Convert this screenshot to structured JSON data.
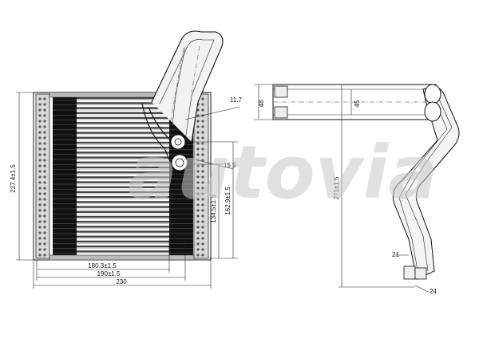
{
  "watermark": "autovia",
  "dimensions": {
    "height_total": "227.4±1.5",
    "width_core": "180.3±1.5",
    "width_mid": "190±1.5",
    "width_total": "230",
    "pipe_offset_a": "134.5±1.5",
    "pipe_offset_b": "162.9±1.5",
    "pipe_dia_small": "11.7",
    "pipe_dia_large": "15.9",
    "depth_outer": "48",
    "depth_inner": "45",
    "side_height": "271±1.5",
    "fitting_a": "21",
    "fitting_b": "24"
  }
}
